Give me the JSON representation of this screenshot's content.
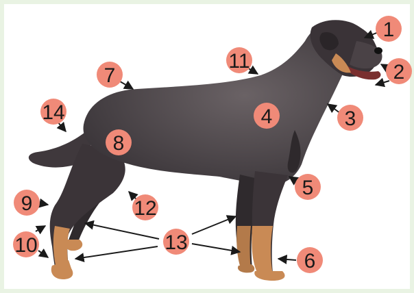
{
  "diagram": {
    "subject": "dog-body-parts",
    "colors": {
      "background": "#e9f3e3",
      "panel": "#ffffff",
      "marker_fill": "#f08a78",
      "coat_dark": "#3b3438",
      "coat_mid": "#5c5458",
      "tan": "#c98a55",
      "arrow": "#1a1a1a"
    },
    "markers": [
      {
        "id": "1",
        "label": "1"
      },
      {
        "id": "2",
        "label": "2"
      },
      {
        "id": "3",
        "label": "3"
      },
      {
        "id": "4",
        "label": "4"
      },
      {
        "id": "5",
        "label": "5"
      },
      {
        "id": "6",
        "label": "6"
      },
      {
        "id": "7",
        "label": "7"
      },
      {
        "id": "8",
        "label": "8"
      },
      {
        "id": "9",
        "label": "9"
      },
      {
        "id": "10",
        "label": "10"
      },
      {
        "id": "11",
        "label": "11"
      },
      {
        "id": "12",
        "label": "12"
      },
      {
        "id": "13",
        "label": "13"
      },
      {
        "id": "14",
        "label": "14"
      }
    ]
  }
}
